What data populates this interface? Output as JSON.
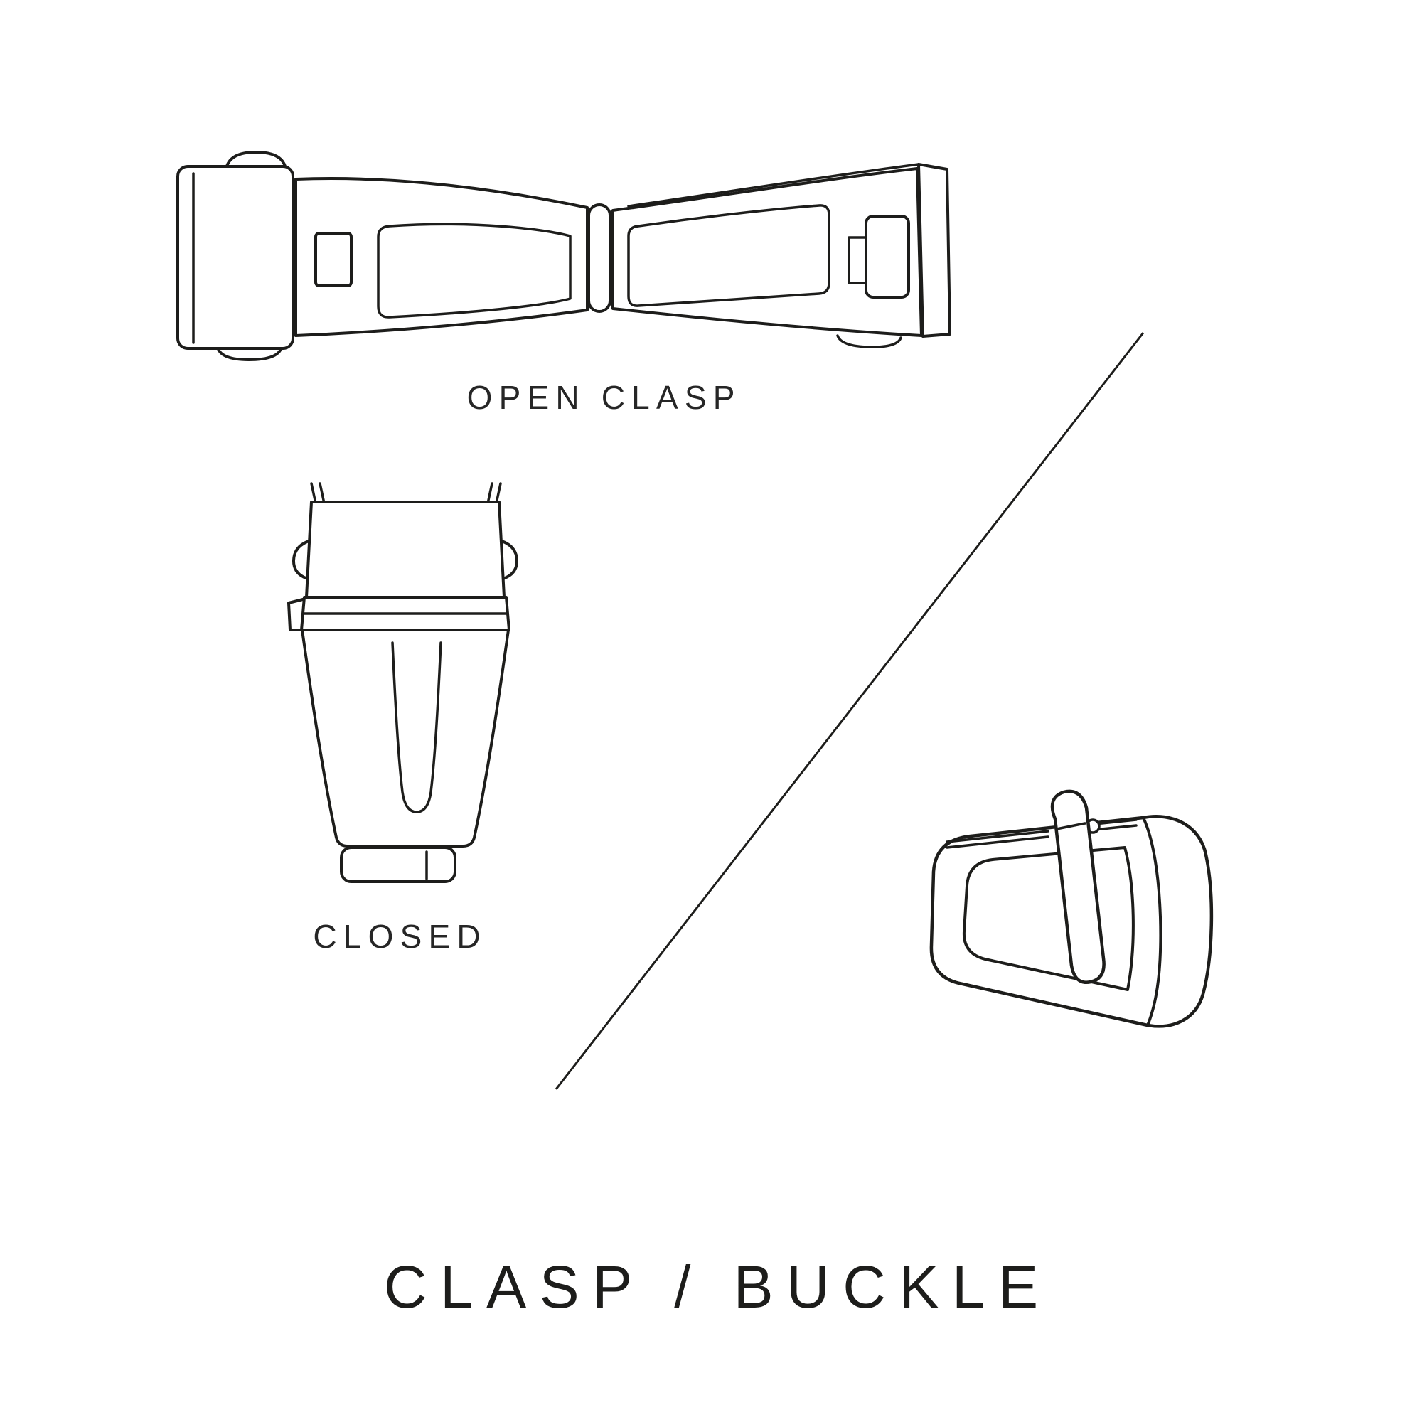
{
  "page": {
    "background": "#ffffff"
  },
  "colors": {
    "line": "#1d1d1b",
    "text": "#262626"
  },
  "figures": {
    "open_clasp": {
      "name": "open-clasp-illustration",
      "label": "OPEN CLASP"
    },
    "closed_clasp": {
      "name": "closed-clasp-illustration",
      "label": "CLOSED"
    },
    "tang_buckle": {
      "name": "tang-buckle-illustration"
    }
  },
  "title": "CLASP / BUCKLE"
}
